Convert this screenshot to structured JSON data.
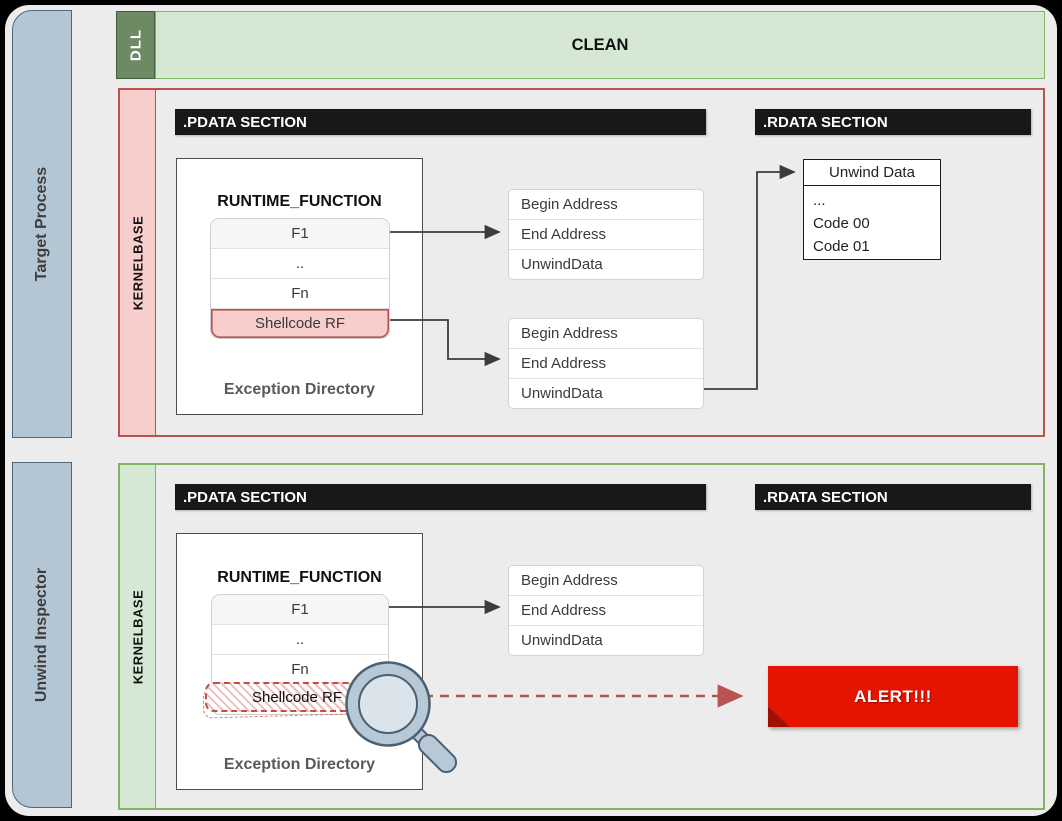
{
  "sidebar": {
    "top_label": "Target Process",
    "bottom_label": "Unwind Inspector"
  },
  "dll_band": {
    "label": "DLL",
    "status": "CLEAN"
  },
  "target_process_panel": {
    "kernelbase_label": "KERNELBASE",
    "pdata_header": ".PDATA SECTION",
    "rdata_header": ".RDATA SECTION",
    "runtime_function": {
      "title": "RUNTIME_FUNCTION",
      "rows": [
        "F1",
        "..",
        "Fn",
        "Shellcode RF"
      ],
      "footer": "Exception Directory"
    },
    "stack_a": [
      "Begin Address",
      "End Address",
      "UnwindData"
    ],
    "stack_b": [
      "Begin Address",
      "End Address",
      "UnwindData"
    ],
    "unwind_data_box": {
      "title": "Unwind Data",
      "lines": [
        "...",
        "Code 00",
        "Code 01"
      ]
    }
  },
  "unwind_inspector_panel": {
    "kernelbase_label": "KERNELBASE",
    "pdata_header": ".PDATA SECTION",
    "rdata_header": ".RDATA SECTION",
    "runtime_function": {
      "title": "RUNTIME_FUNCTION",
      "rows": [
        "F1",
        "..",
        "Fn",
        "Shellcode RF"
      ],
      "footer": "Exception Directory"
    },
    "stack_a": [
      "Begin Address",
      "End Address",
      "UnwindData"
    ],
    "alert_label": "ALERT!!!"
  },
  "colors": {
    "background": "#ececec",
    "frame": "#000000",
    "red_border": "#b85450",
    "pink_fill": "#f8cecc",
    "green_border": "#82b366",
    "green_fill": "#d5e8d4",
    "dll_tab_fill": "#6d8a64",
    "sidebar_fill": "#b4c6d4",
    "sidebar_border": "#4e6779",
    "header_bar": "#181818",
    "alert_red": "#e51300",
    "alert_fold": "#a01000",
    "dashed_arrow_red": "#b85450"
  }
}
